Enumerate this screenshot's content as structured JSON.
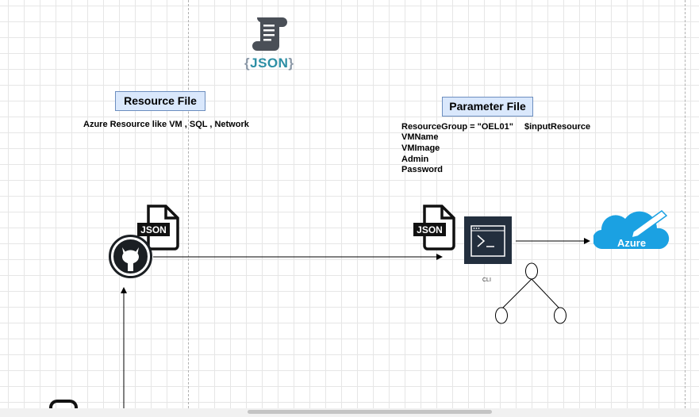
{
  "json_logo": {
    "brace_left": "{",
    "word": "JSON",
    "brace_right": "}"
  },
  "resource_file": {
    "title": "Resource File",
    "description": "Azure Resource like VM , SQL , Network"
  },
  "parameter_file": {
    "title": "Parameter File",
    "params": [
      "ResourceGroup = \"OEL01\"",
      "VMName",
      "VMImage",
      "Admin",
      "Password"
    ],
    "variable": "$inputResource"
  },
  "json_file_icon_text": "JSON",
  "cli_label": "CLI",
  "azure_label": "Azure",
  "colors": {
    "label_fill": "#dae8fc",
    "label_border": "#6c8ebf",
    "azure_blue": "#1ba1e2",
    "cli_fill": "#232f3e",
    "json_teal": "#2d8fa5"
  }
}
